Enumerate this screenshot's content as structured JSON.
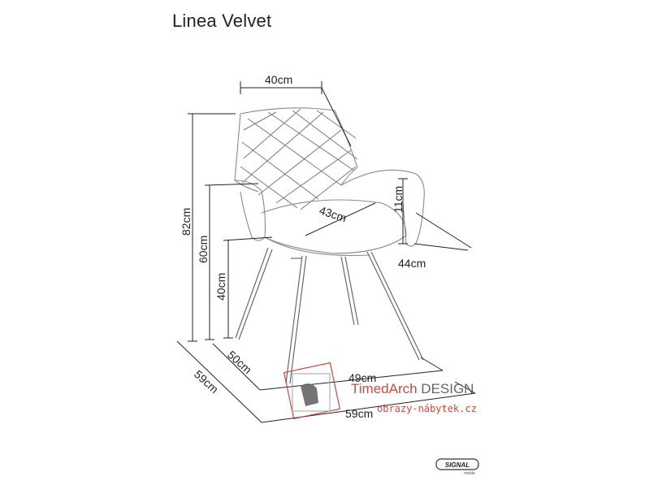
{
  "title": "Linea Velvet",
  "dimensions": {
    "seat_width": "40cm",
    "seat_depth": "43cm",
    "armrest_height": "11cm",
    "total_width": "44cm",
    "total_height": "82cm",
    "armrest_total_height": "60cm",
    "seat_height": "40cm",
    "depth_a": "50cm",
    "width_b": "49cm",
    "depth_b": "59cm",
    "width_c": "59cm"
  },
  "watermark": {
    "brand_part1": "TimedArch",
    "brand_part2": " DESIGN",
    "url": "obrazy-nábytek.cz"
  },
  "logo": {
    "brand": "SIGNAL",
    "sub": "meble"
  }
}
